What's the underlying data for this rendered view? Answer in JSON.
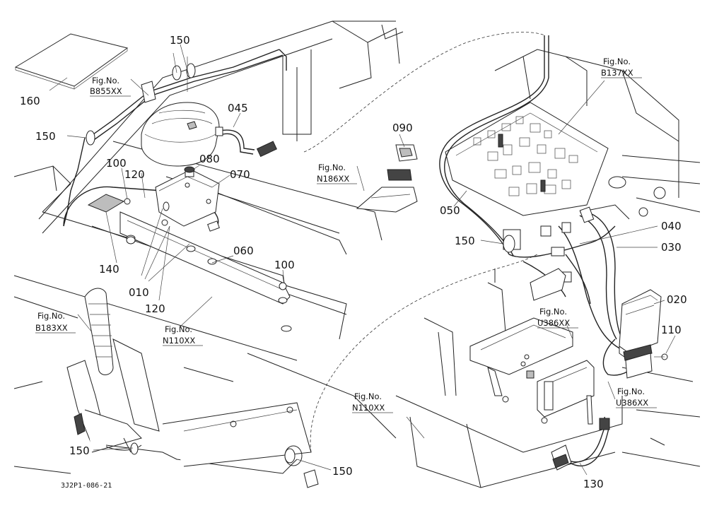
{
  "drawing_code": "3J2P1-086-21",
  "callouts": {
    "c160": "160",
    "c150a": "150",
    "c150b": "150",
    "c150c": "150",
    "c150d": "150",
    "c150e": "150",
    "c045": "045",
    "c080": "080",
    "c070": "070",
    "c100a": "100",
    "c100b": "100",
    "c120a": "120",
    "c120b": "120",
    "c140": "140",
    "c010": "010",
    "c060": "060",
    "c090": "090",
    "c050": "050",
    "c040": "040",
    "c030": "030",
    "c020": "020",
    "c110": "110",
    "c130": "130"
  },
  "fig_refs": {
    "f_b855": {
      "label": "Fig.No.",
      "code": "B855XX"
    },
    "f_b137": {
      "label": "Fig.No.",
      "code": "B137XX"
    },
    "f_n186": {
      "label": "Fig.No.",
      "code": "N186XX"
    },
    "f_b183": {
      "label": "Fig.No.",
      "code": "B183XX"
    },
    "f_n110a": {
      "label": "Fig.No.",
      "code": "N110XX"
    },
    "f_u386a": {
      "label": "Fig.No.",
      "code": "U386XX"
    },
    "f_u386b": {
      "label": "Fig.No.",
      "code": "U386XX"
    },
    "f_n110b": {
      "label": "Fig.No.",
      "code": "N110XX"
    }
  }
}
